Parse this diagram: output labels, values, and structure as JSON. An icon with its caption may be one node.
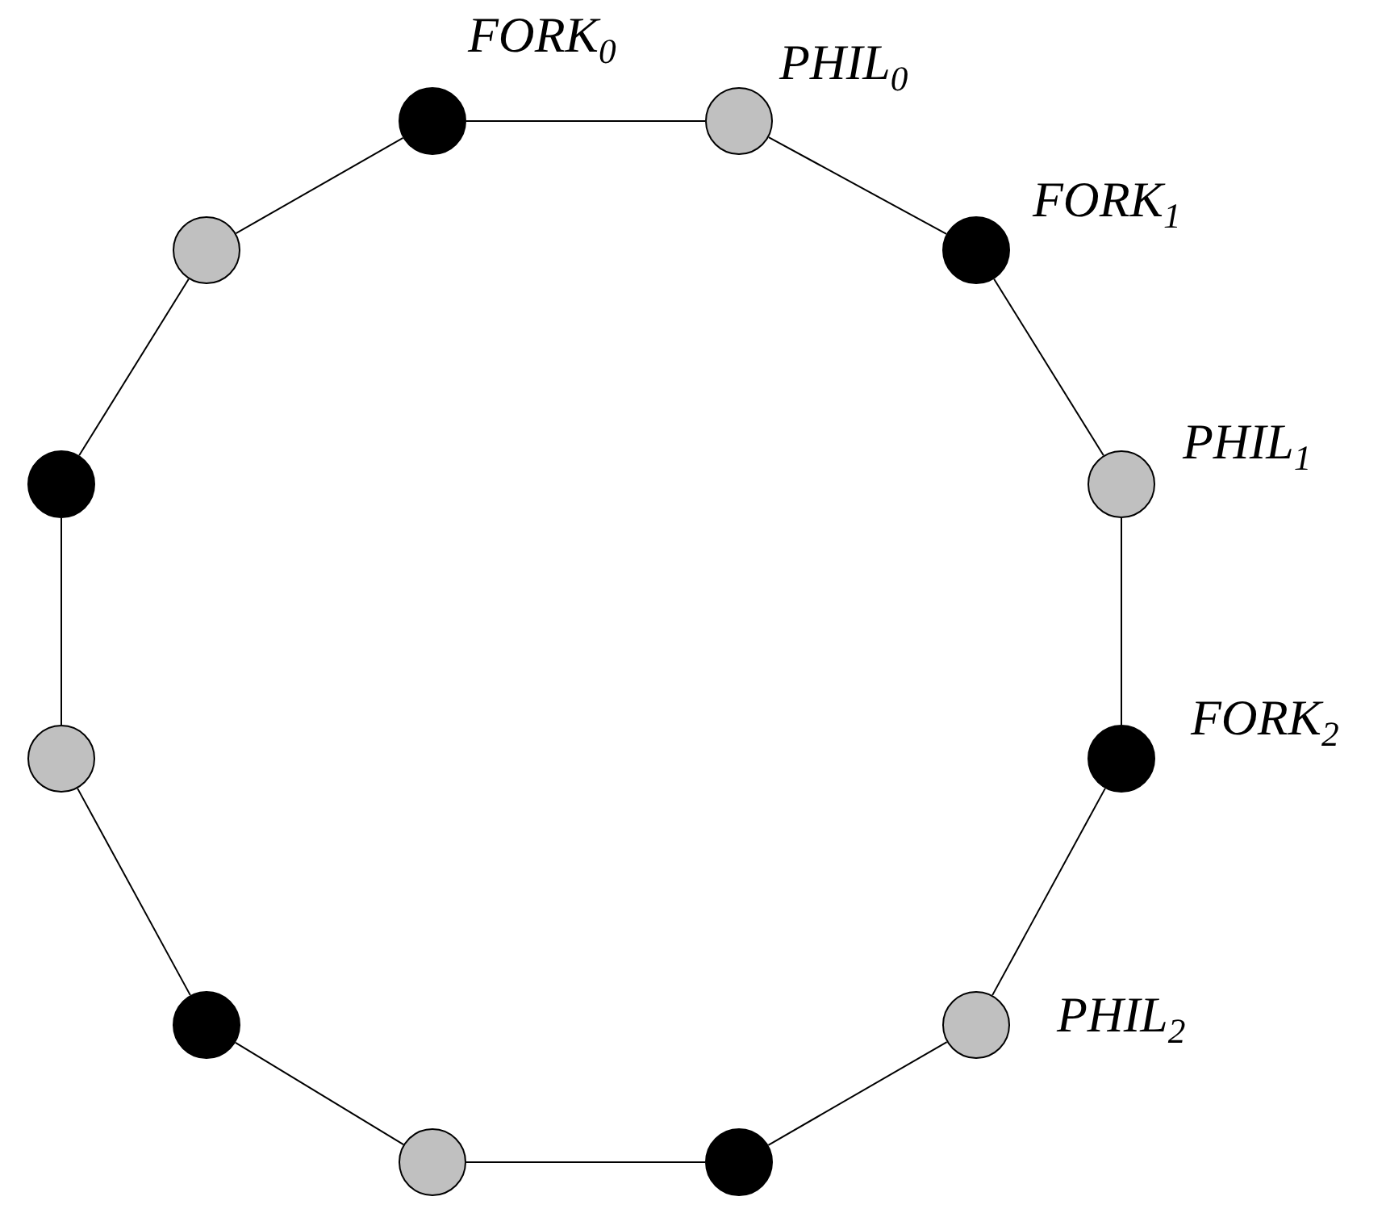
{
  "diagram": {
    "nodes": [
      {
        "text": [],
        "shape": "circle",
        "beside": [
          "FORK$_{0}$"
        ]
      },
      {
        "text": [],
        "shape": "circle",
        "beside": [
          "PHIL$_{0}$"
        ]
      },
      {
        "text": [],
        "shape": "circle",
        "beside": [
          "FORK$_{1}$"
        ]
      },
      {
        "text": [],
        "shape": "circle",
        "beside": [
          "PHIL$_{1}$"
        ]
      },
      {
        "text": [],
        "shape": "circle",
        "beside": [
          "FORK$_{2}$"
        ]
      },
      {
        "text": [],
        "shape": "circle",
        "beside": [
          "PHIL$_{2}$"
        ]
      },
      {
        "text": [],
        "shape": "circle"
      },
      {
        "text": [],
        "shape": "circle"
      },
      {
        "text": [],
        "shape": "circle"
      },
      {
        "text": [],
        "shape": "circle"
      },
      {
        "text": [],
        "shape": "circle"
      },
      {
        "text": [],
        "shape": "circle"
      }
    ],
    "edges": [
      {
        "from": 0,
        "to": 1,
        "arrow": "none"
      },
      {
        "from": 1,
        "to": 2,
        "arrow": "none"
      },
      {
        "from": 2,
        "to": 3,
        "arrow": "none"
      },
      {
        "from": 3,
        "to": 4,
        "arrow": "none"
      },
      {
        "from": 4,
        "to": 5,
        "arrow": "none"
      },
      {
        "from": 5,
        "to": 6,
        "arrow": "none"
      },
      {
        "from": 6,
        "to": 7,
        "arrow": "none"
      },
      {
        "from": 7,
        "to": 8,
        "arrow": "none"
      },
      {
        "from": 8,
        "to": 9,
        "arrow": "none"
      },
      {
        "from": 9,
        "to": 10,
        "arrow": "none"
      },
      {
        "from": 10,
        "to": 11,
        "arrow": "none"
      },
      {
        "from": 11,
        "to": 0,
        "arrow": "none"
      }
    ]
  }
}
